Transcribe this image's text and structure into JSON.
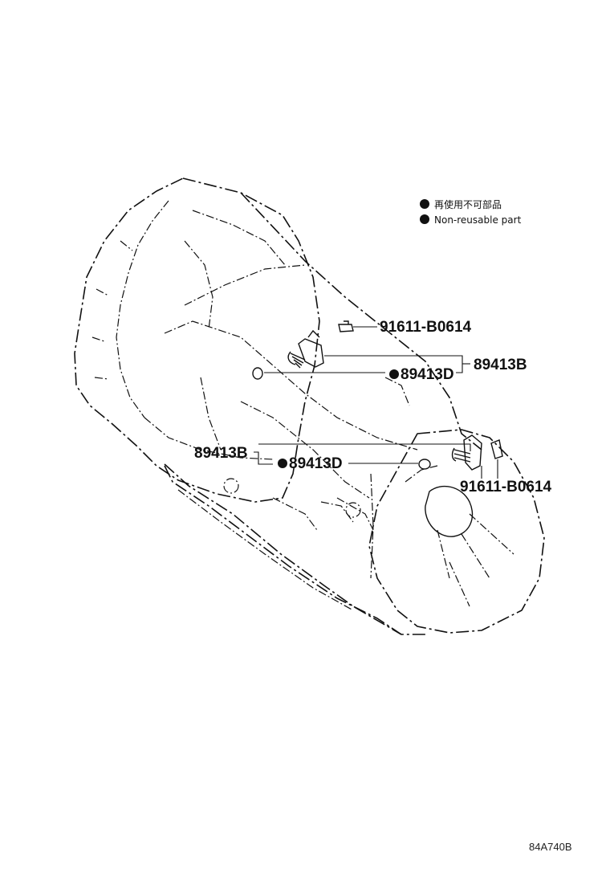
{
  "legend": {
    "line_jp": "再使用不可部品",
    "line_en": "Non-reusable part",
    "marker_color": "#111111"
  },
  "parts": {
    "bolt_upper": "91611-B0614",
    "sensor_upper_group": "89413B",
    "oring_upper": "89413D",
    "sensor_lower_group": "89413B",
    "oring_lower": "89413D",
    "bolt_lower": "91611-B0614"
  },
  "diagram_code": "84A740B"
}
